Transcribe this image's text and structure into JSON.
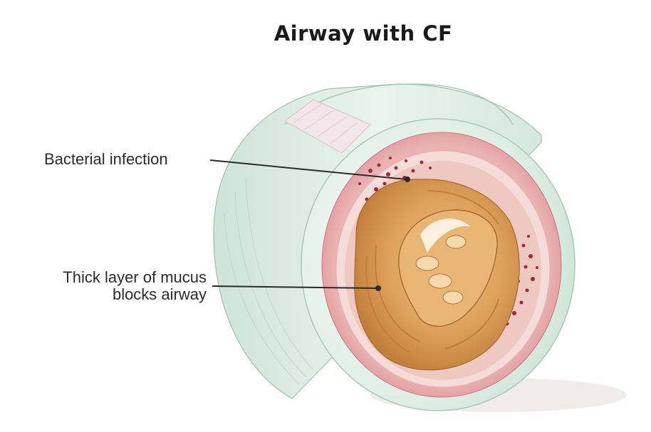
{
  "diagram": {
    "title": "Airway with CF",
    "labels": {
      "bacterial_infection": "Bacterial infection",
      "mucus_line1": "Thick layer of mucus",
      "mucus_line2": "blocks airway"
    },
    "colors": {
      "outer_wall": "#dfeee6",
      "wall_shadow": "#c5ddd0",
      "mucosa": "#e7a3a6",
      "mucosa_dark": "#d98387",
      "inner_lining": "#f5d9d6",
      "mucus": "#d8964a",
      "mucus_light": "#e8b574",
      "mucus_dark": "#b87331",
      "lumen_highlight": "#fff6ea",
      "bacteria": "#9c2a3a",
      "leader_line": "#2b2b2b"
    }
  }
}
